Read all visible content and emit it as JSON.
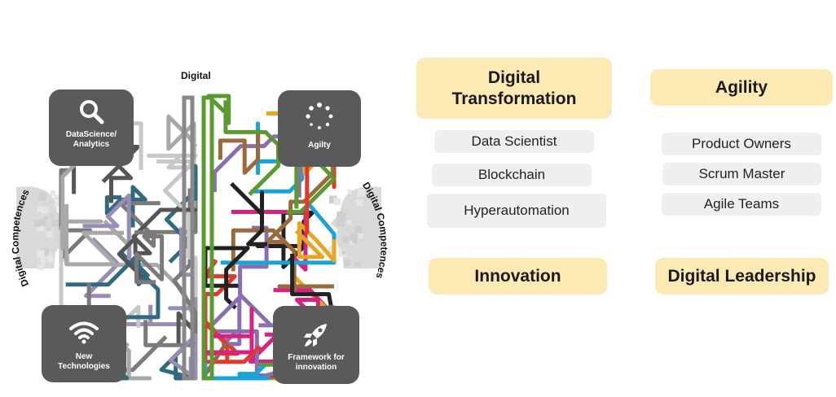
{
  "diagram": {
    "top_label": "Digital",
    "left_curve_label": "Digital Competences",
    "right_curve_label": "Digital Competences",
    "tiles": [
      {
        "name": "tile-data-science",
        "label": "DataScience/\nAnalytics",
        "icon": "magnifier-icon"
      },
      {
        "name": "tile-agility",
        "label": "Agilty",
        "icon": "spinner-dots-icon"
      },
      {
        "name": "tile-new-technologies",
        "label": "New\nTechnologies",
        "icon": "wifi-icon"
      },
      {
        "name": "tile-framework-innovation",
        "label": "Framework for\ninnovation",
        "icon": "rocket-icon"
      }
    ],
    "colors": {
      "tile_bg": "#5a5a5a",
      "left_lines": [
        "#7a7a7a",
        "#a8a8a8",
        "#c8c8c8",
        "#2f6a80",
        "#9a8cb5",
        "#555555"
      ],
      "right_lines": [
        "#e6a523",
        "#d6237f",
        "#1aa3d9",
        "#5a9a2e",
        "#222222",
        "#8a6fb0",
        "#e03a2f",
        "#9a6a3a"
      ]
    }
  },
  "categories": [
    {
      "title": "Digital\nTransformation",
      "items": [
        "Data Scientist",
        "Blockchain",
        "Hyperautomation"
      ]
    },
    {
      "title": "Agility",
      "items": [
        "Product Owners",
        "Scrum Master",
        "Agile Teams"
      ]
    },
    {
      "title": "Innovation",
      "items": []
    },
    {
      "title": "Digital Leadership",
      "items": []
    }
  ],
  "colors": {
    "header_bg": "#fce9b4",
    "item_bg": "#efefef"
  }
}
